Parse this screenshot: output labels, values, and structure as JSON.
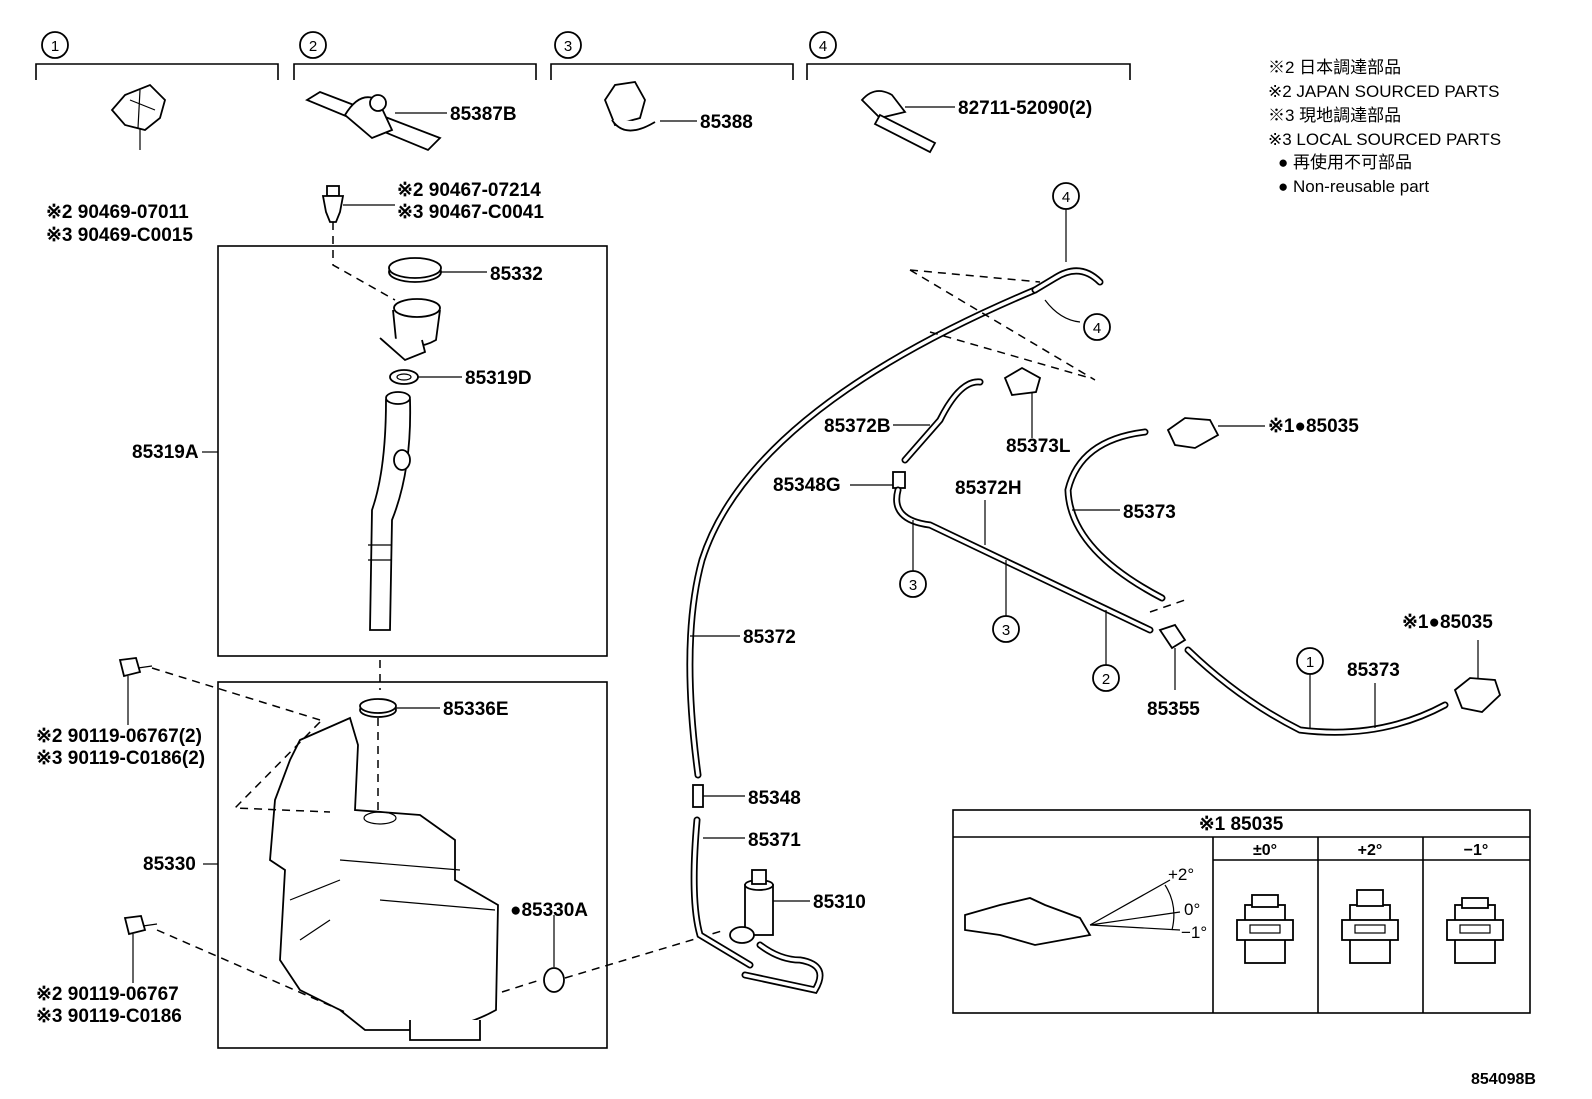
{
  "headers": [
    {
      "num": "1"
    },
    {
      "num": "2"
    },
    {
      "num": "3"
    },
    {
      "num": "4"
    }
  ],
  "legend": {
    "line1": "※2 日本調達部品",
    "line2": "※2 JAPAN SOURCED PARTS",
    "line3": "※3 現地調達部品",
    "line4": "※3 LOCAL SOURCED PARTS",
    "line5": "● 再使用不可部品",
    "line6": "● Non-reusable part"
  },
  "labels": {
    "p85387B": "85387B",
    "p85388": "85388",
    "p82711": "82711-52090(2)",
    "clip1_a": "※2 90469-07011",
    "clip1_b": "※3 90469-C0015",
    "rivet_a": "※2 90467-07214",
    "rivet_b": "※3 90467-C0041",
    "p85332": "85332",
    "p85319D": "85319D",
    "p85319A": "85319A",
    "bolt1_a": "※2 90119-06767(2)",
    "bolt1_b": "※3 90119-C0186(2)",
    "p85336E": "85336E",
    "p85330": "85330",
    "p85330A": "●85330A",
    "bolt2_a": "※2 90119-06767",
    "bolt2_b": "※3 90119-C0186",
    "p85372": "85372",
    "p85348": "85348",
    "p85371": "85371",
    "p85310": "85310",
    "p85372B": "85372B",
    "p85373L": "85373L",
    "p85348G": "85348G",
    "p85372H": "85372H",
    "p85373a": "85373",
    "p85373b": "85373",
    "p85035a": "※1●85035",
    "p85035b": "※1●85035",
    "p85355": "85355",
    "ref": "854098B"
  },
  "circles": {
    "c4a": "4",
    "c4b": "4",
    "c3a": "3",
    "c3b": "3",
    "c2": "2",
    "c1": "1"
  },
  "inset": {
    "title": "※1 85035",
    "angle_plus2": "+2°",
    "angle_0": "0°",
    "angle_minus1": "−1°",
    "col1": "±0°",
    "col2": "+2°",
    "col3": "−1°"
  }
}
